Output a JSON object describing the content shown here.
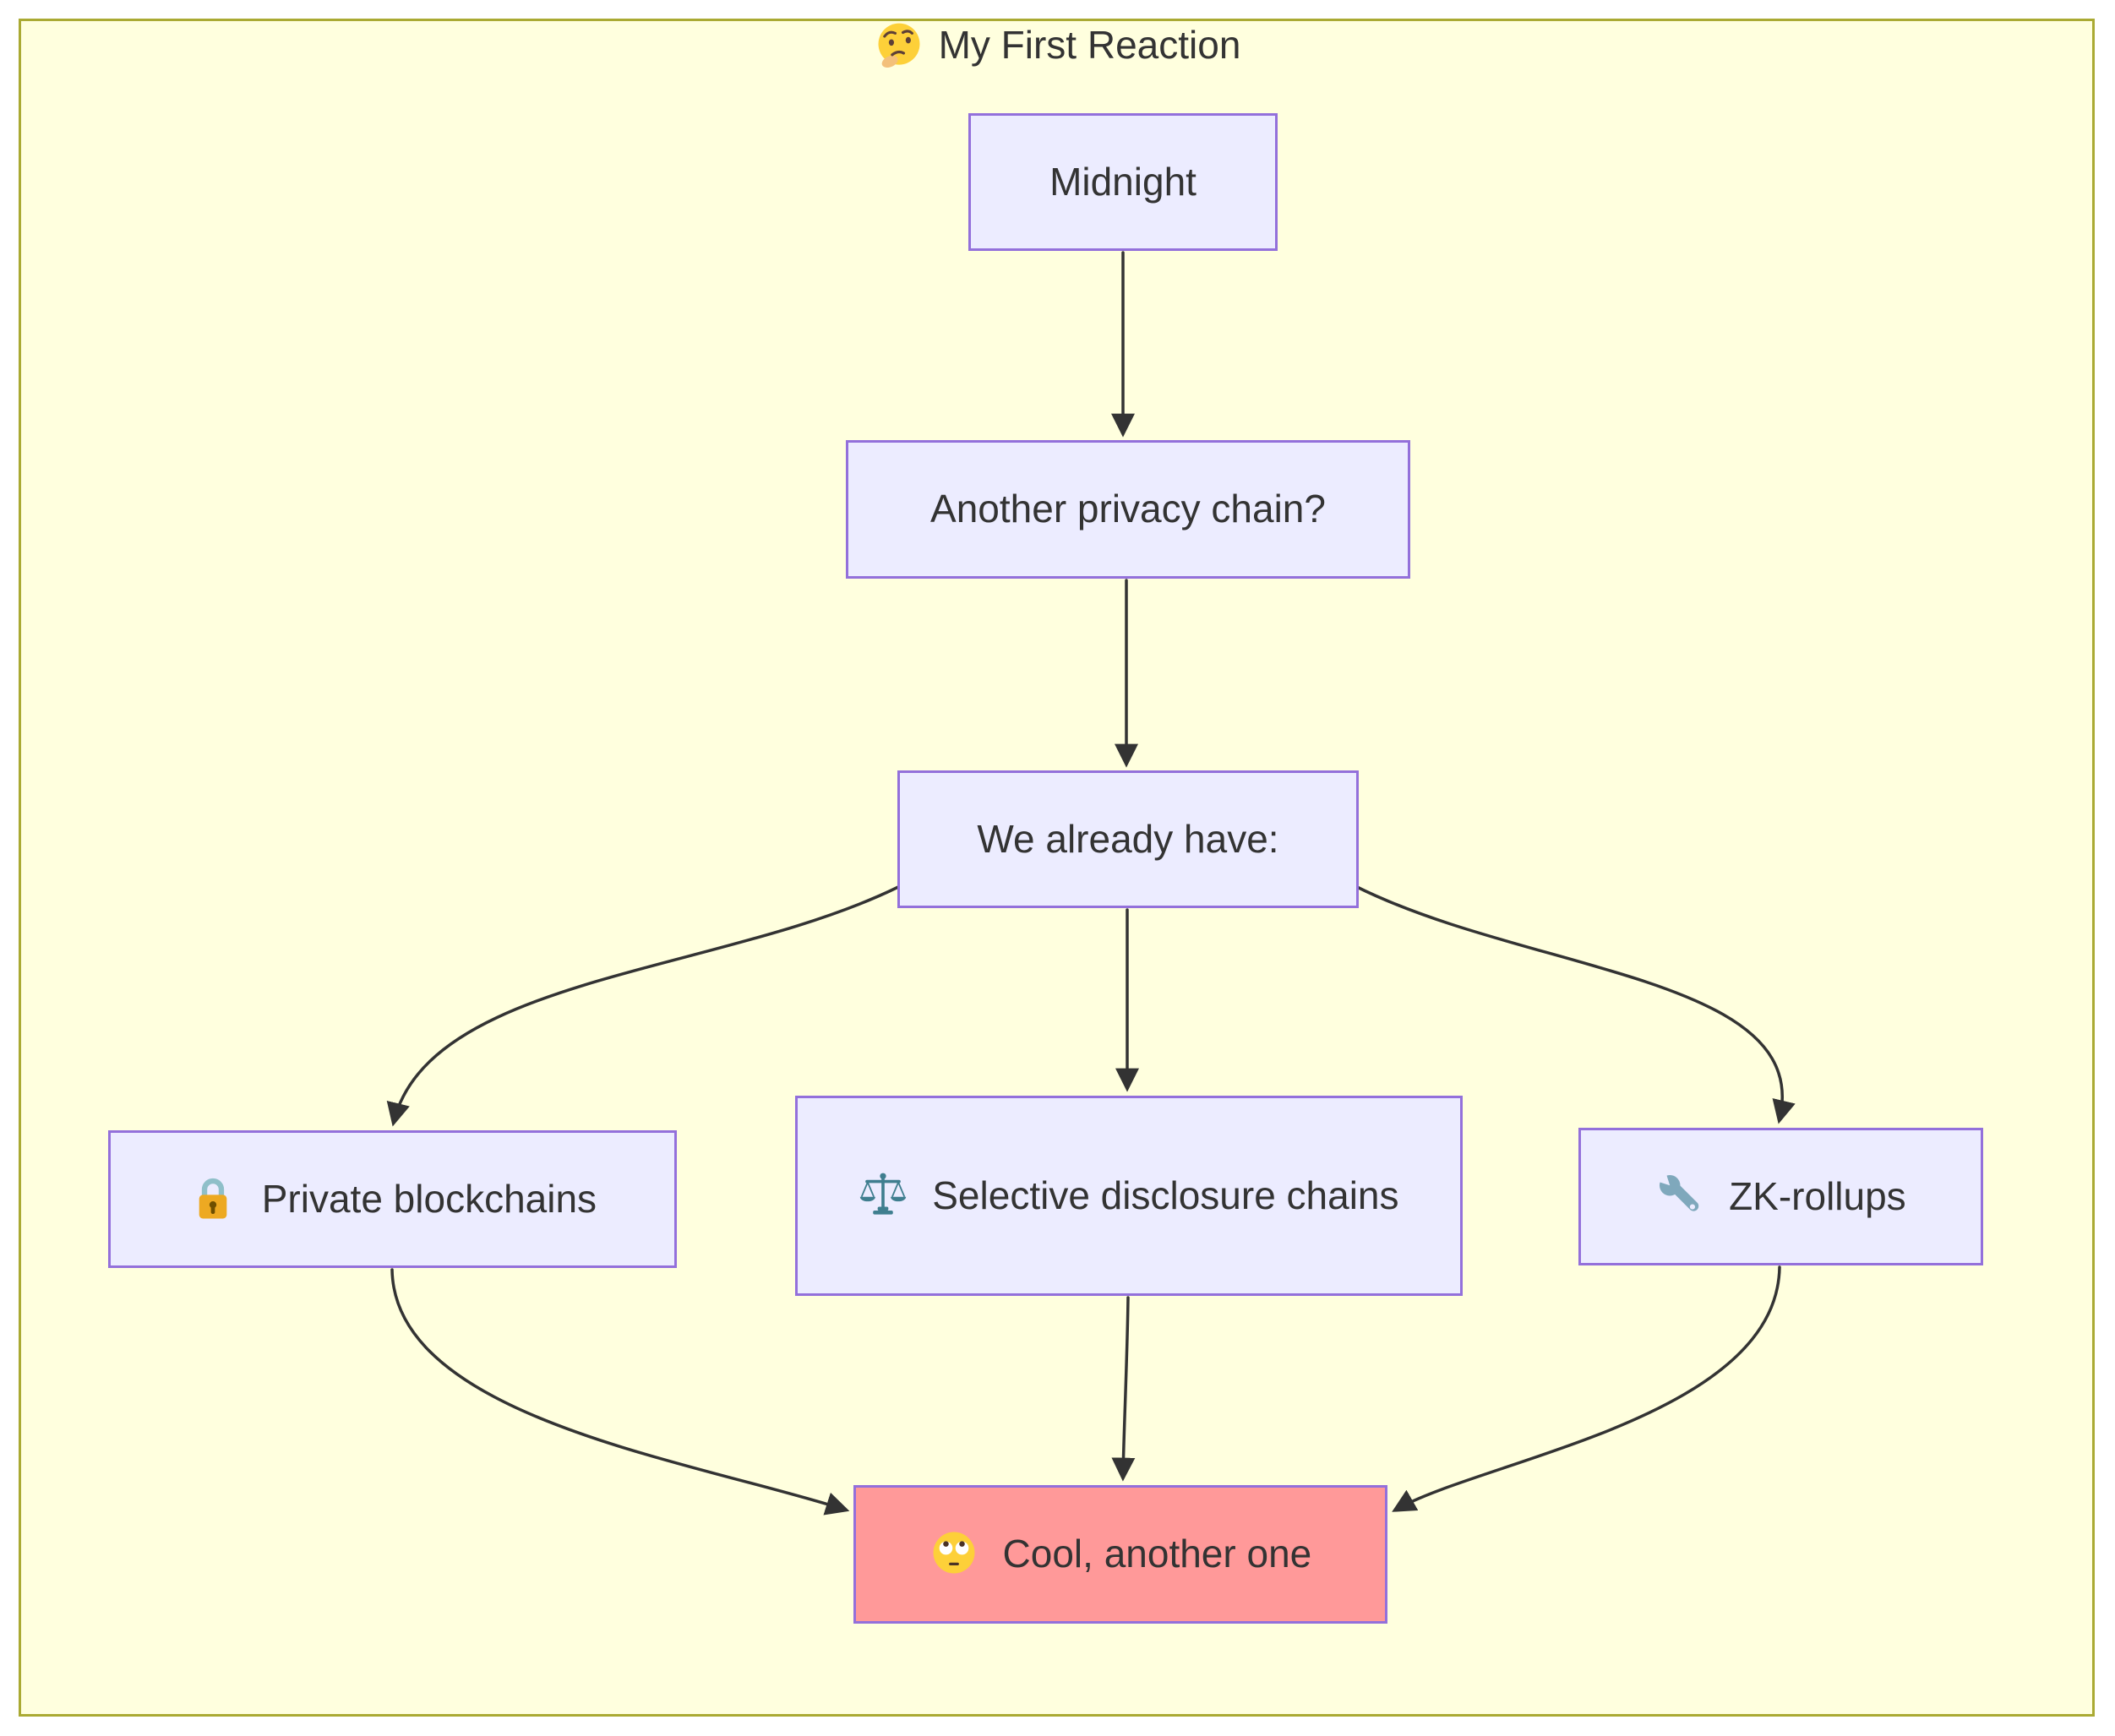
{
  "diagram": {
    "title": {
      "emoji": "🤔",
      "icon": "thinking-face-icon",
      "text": "My First Reaction"
    },
    "theme": {
      "background_color": "#ffffde",
      "frame_border_color": "#aaaa33",
      "node_fill_color": "#ECECFF",
      "node_border_color": "#9370DB",
      "alert_node_fill_color": "#FF9999",
      "edge_color": "#333333",
      "text_color": "#333333"
    },
    "nodes": [
      {
        "id": "midnight",
        "text": "Midnight"
      },
      {
        "id": "question",
        "text": "Another privacy chain?"
      },
      {
        "id": "wehave",
        "text": "We already have:"
      },
      {
        "id": "private",
        "emoji": "🔒",
        "icon": "lock-icon",
        "text": "Private blockchains"
      },
      {
        "id": "selective",
        "emoji": "⚖️",
        "icon": "balance-scale-icon",
        "text": "Selective disclosure chains"
      },
      {
        "id": "zk",
        "emoji": "🔧",
        "icon": "wrench-icon",
        "text": "ZK-rollups"
      },
      {
        "id": "cool",
        "emoji": "🙄",
        "icon": "rolling-eyes-icon",
        "text": "Cool, another one"
      }
    ],
    "edges": [
      {
        "from": "Midnight",
        "to": "Another privacy chain?"
      },
      {
        "from": "Another privacy chain?",
        "to": "We already have:"
      },
      {
        "from": "We already have:",
        "to": "🔒 Private blockchains"
      },
      {
        "from": "We already have:",
        "to": "⚖️ Selective disclosure chains"
      },
      {
        "from": "We already have:",
        "to": "🔧 ZK-rollups"
      },
      {
        "from": "🔒 Private blockchains",
        "to": "🙄 Cool, another one"
      },
      {
        "from": "⚖️ Selective disclosure chains",
        "to": "🙄 Cool, another one"
      },
      {
        "from": "🔧 ZK-rollups",
        "to": "🙄 Cool, another one"
      }
    ]
  }
}
